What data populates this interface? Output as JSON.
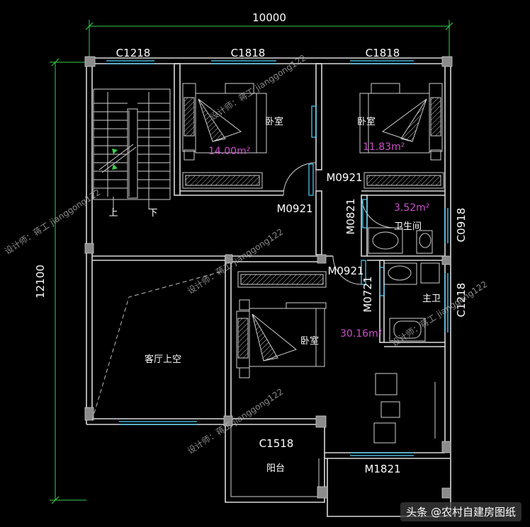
{
  "dimensions": {
    "width_label": "10000",
    "height_label": "12100"
  },
  "windows": {
    "c1218_top": "C1218",
    "c1818_left": "C1818",
    "c1818_right": "C1818",
    "c0918": "C0918",
    "c1218_right": "C1218",
    "c1518": "C1518",
    "m1821": "M1821"
  },
  "doors": {
    "m0921_a": "M0921",
    "m0921_b": "M0921",
    "m0921_c": "M0921",
    "m0821": "M0821",
    "m0721": "M0721"
  },
  "rooms": {
    "bedroom_left_label": "卧室",
    "bedroom_left_area": "14.00m²",
    "bedroom_right_label": "卧室",
    "bedroom_right_area": "11.83m²",
    "bath_label": "卫生间",
    "bath_area": "3.52m²",
    "master_bath_label": "主卫",
    "master_bedroom_label": "卧室",
    "master_bedroom_area": "30.16m²",
    "living_void_label": "客厅上空",
    "balcony_label": "阳台",
    "stair_up": "上",
    "stair_down": "下"
  },
  "watermark": {
    "text": "设计师：蒋工 jianggong122"
  },
  "badge": {
    "text": "头条 @农村自建房图纸"
  }
}
